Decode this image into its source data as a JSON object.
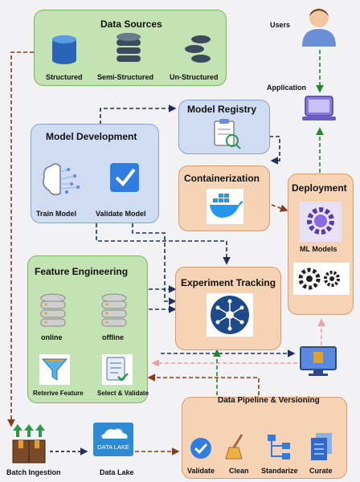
{
  "data_sources": {
    "title": "Data Sources",
    "items": [
      "Structured",
      "Semi-Structured",
      "Un-Structured"
    ]
  },
  "users": {
    "label": "Users"
  },
  "application": {
    "label": "Application"
  },
  "model_registry": {
    "title": "Model Registry"
  },
  "model_development": {
    "title": "Model Development",
    "train": "Train Model",
    "validate": "Validate Model"
  },
  "containerization": {
    "title": "Containerization"
  },
  "deployment": {
    "title": "Deployment",
    "ml_models": "ML Models"
  },
  "feature_engineering": {
    "title": "Feature Engineering",
    "online": "online",
    "offline": "offline",
    "retrieve": "Reterive Feature",
    "select": "Select & Validate"
  },
  "experiment_tracking": {
    "title": "Experiment Tracking"
  },
  "pipeline": {
    "title": "Data Pipeline & Versioning",
    "steps": [
      "Validate",
      "Clean",
      "Standarize",
      "Curate"
    ]
  },
  "batch_ingestion": {
    "label": "Batch Ingestion"
  },
  "data_lake": {
    "label": "Data Lake",
    "icon_text": "DATA LAKE"
  },
  "colors": {
    "green_box": "#c3e3b2",
    "blue_box": "#cfdcf2",
    "orange_box": "#f6d3b5",
    "arrow_green": "#1d8a2a",
    "arrow_navy": "#1f2f5c",
    "arrow_brown": "#8a3a1a",
    "arrow_pink": "#f0a0a0"
  }
}
